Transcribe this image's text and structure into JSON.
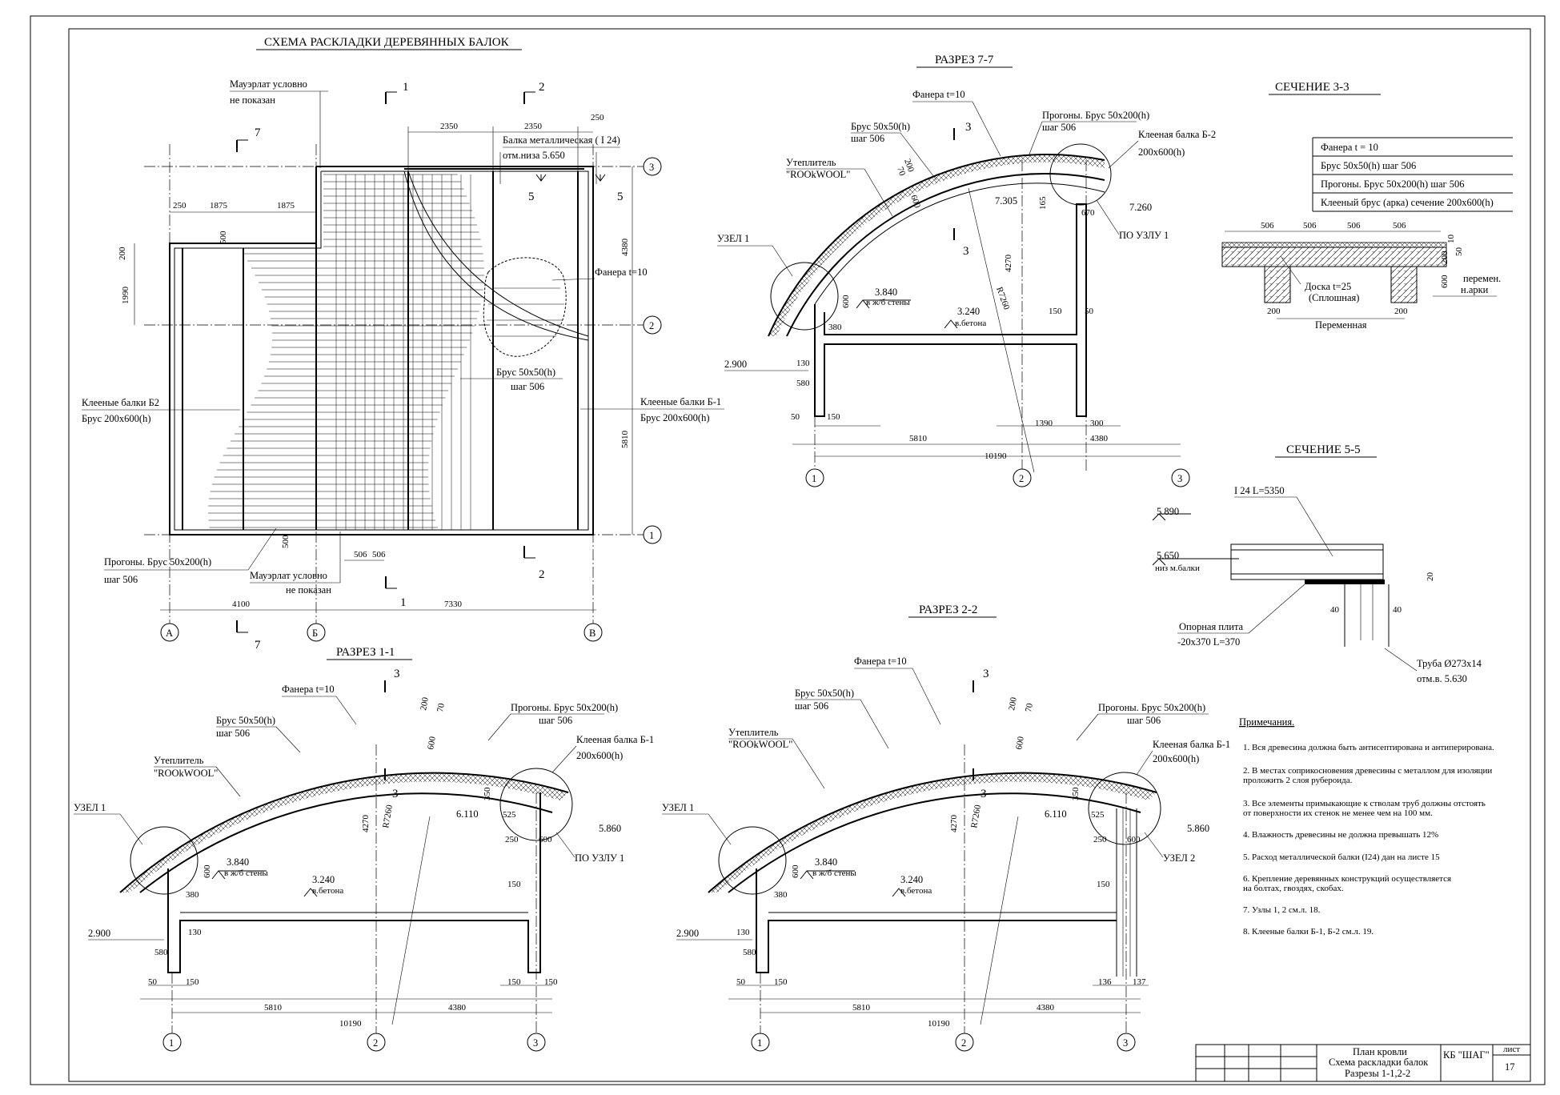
{
  "plan": {
    "title": "СХЕМА РАСКЛАДКИ ДЕРЕВЯННЫХ БАЛОК",
    "mauerlat_top_1": "Мауэрлат условно",
    "mauerlat_top_2": "не показан",
    "mauerlat_bot_1": "Мауэрлат условно",
    "mauerlat_bot_2": "не показан",
    "beam_metal": "Балка металлическая ( I 24)",
    "beam_metal_mark": "отм.низа 5.650",
    "plywood": "Фанера t=10",
    "brus": "Брус 50х50(h)",
    "brus_step": "шаг 506",
    "glued_b2": "Клееные балки Б2",
    "glued_b2_size": "Брус 200х600(h)",
    "glued_b1": "Клееные балки Б-1",
    "glued_b1_size": "Брус 200х600(h)",
    "purlins": "Прогоны. Брус 50х200(h)",
    "purlins_step": "шаг 506",
    "cut_marks": [
      "1",
      "2",
      "7",
      "5",
      "5",
      "2",
      "1",
      "7"
    ],
    "axes_letters": [
      "А",
      "Б",
      "В"
    ],
    "axes_numbers": [
      "3",
      "2",
      "1"
    ],
    "dims": {
      "top_2350_a": "2350",
      "top_2350_b": "2350",
      "top_250": "250",
      "left_250": "250",
      "left_1875_a": "1875",
      "left_1875_b": "1875",
      "v_500_top": "500",
      "v_200": "200",
      "v_1990": "1990",
      "r_4380": "4380",
      "r_5810": "5810",
      "b_500": "500",
      "b_506_a": "506",
      "b_506_b": "506",
      "bot_4100": "4100",
      "bot_7330": "7330"
    }
  },
  "sec77": {
    "title": "РАЗРЕЗ 7-7",
    "plywood": "Фанера  t=10",
    "brus": "Брус 50х50(h)",
    "brus_step": "шаг 506",
    "purlins": "Прогоны. Брус 50х200(h)",
    "purlins_step": "шаг 506",
    "insul": "Утеплитель",
    "insul_name": "\"ROOkWOOL\"",
    "beam": "Клееная балка Б-2",
    "beam_size": "200х600(h)",
    "node": "УЗЕЛ 1",
    "by_node": "ПО УЗЛУ 1",
    "cut": "3",
    "cut_b": "3",
    "m3840": "3.840",
    "m3840_note": "в ж/б стены",
    "m3240": "3.240",
    "m3240_note": "в.бетона",
    "m2900": "2.900",
    "m7305": "7.305",
    "m7260": "7.260",
    "radius": "R7260",
    "d200": "200",
    "d70": "70",
    "d600": "600",
    "d600b": "600",
    "d165": "165",
    "d670": "670",
    "d4270": "4270",
    "d380": "380",
    "d130": "130",
    "d580": "580",
    "d50": "50",
    "d150": "150",
    "d150b": "150",
    "d50b": "50",
    "d1390": "1390",
    "d300": "300",
    "d5810": "5810",
    "d4380": "4380",
    "d10190": "10190",
    "axes": [
      "1",
      "2",
      "3"
    ]
  },
  "sec33": {
    "title": "СЕЧЕНИЕ 3-3",
    "rows": [
      "Фанера  t = 10",
      "Брус 50х50(h)  шаг 506",
      "Прогоны. Брус 50х200(h) шаг 506",
      "Клееный брус (арка)  сечение 200х600(h)"
    ],
    "d506": [
      "506",
      "506",
      "506",
      "506"
    ],
    "d10": "10",
    "d50": "50",
    "d200": "200",
    "d600": "600",
    "board": "Доска t=25",
    "board_2": "(Сплошная)",
    "var": "перемен.",
    "var_2": "н.арки",
    "d200a": "200",
    "d200b": "200",
    "variable": "Переменная"
  },
  "sec55": {
    "title": "СЕЧЕНИЕ 5-5",
    "beam": "I 24 L=5350",
    "m5890": "5.890",
    "m5650": "5.650",
    "m5650_note": "низ м.балки",
    "plate": "Опорная плита",
    "plate_size": "-20х370 L=370",
    "pipe": "Труба Ø273х14",
    "pipe_mark": "отм.в. 5.630",
    "d20": "20",
    "d40a": "40",
    "d40b": "40"
  },
  "sec11": {
    "title": "РАЗРЕЗ 1-1",
    "plywood": "Фанера  t=10",
    "brus": "Брус 50х50(h)",
    "brus_step": "шаг 506",
    "purlins": "Прогоны. Брус 50х200(h)",
    "purlins_step": "шаг 506",
    "insul": "Утеплитель",
    "insul_name": "\"ROOkWOOL\"",
    "beam": "Клееная балка Б-1",
    "beam_size": "200х600(h)",
    "node": "УЗЕЛ 1",
    "by_node": "ПО УЗЛУ 1",
    "cut": "3",
    "cut_b": "3",
    "m3840": "3.840",
    "m3840_note": "в ж/б стены",
    "m3240": "3.240",
    "m3240_note": "в.бетона",
    "m2900": "2.900",
    "m6110": "6.110",
    "m5860": "5.860",
    "radius": "R7260",
    "d200": "200",
    "d70": "70",
    "d600": "600",
    "d600b": "600",
    "d350": "350",
    "d525": "525",
    "d250": "250",
    "d600c": "600",
    "d4270": "4270",
    "d380": "380",
    "d130": "130",
    "d580": "580",
    "d50": "50",
    "d150": "150",
    "d150b": "150",
    "d150c": "150",
    "d150d": "150",
    "d5810": "5810",
    "d4380": "4380",
    "d10190": "10190",
    "axes": [
      "1",
      "2",
      "3"
    ]
  },
  "sec22": {
    "title": "РАЗРЕЗ 2-2",
    "plywood": "Фанера  t=10",
    "brus": "Брус 50х50(h)",
    "brus_step": "шаг 506",
    "purlins": "Прогоны. Брус 50х200(h)",
    "purlins_step": "шаг 506",
    "insul": "Утеплитель",
    "insul_name": "\"ROOkWOOL\"",
    "beam": "Клееная балка Б-1",
    "beam_size": "200х600(h)",
    "node": "УЗЕЛ 1",
    "node2": "УЗЕЛ 2",
    "cut": "3",
    "cut_b": "3",
    "m3840": "3.840",
    "m3840_note": "в ж/б стены",
    "m3240": "3.240",
    "m3240_note": "в.бетона",
    "m2900": "2.900",
    "m6110": "6.110",
    "m5860": "5.860",
    "radius": "R7260",
    "d200": "200",
    "d70": "70",
    "d600": "600",
    "d600b": "600",
    "d350": "350",
    "d525": "525",
    "d250": "250",
    "d600c": "600",
    "d4270": "4270",
    "d380": "380",
    "d130": "130",
    "d580": "580",
    "d50": "50",
    "d150": "150",
    "d150b": "150",
    "d136": "136",
    "d137": "137",
    "d5810": "5810",
    "d4380": "4380",
    "d10190": "10190",
    "axes": [
      "1",
      "2",
      "3"
    ]
  },
  "notes": {
    "title": "Примечания.",
    "items": [
      "1. Вся древесина должна быть антисептирована и антиперирована.",
      "2. В местах соприкосновения древесины с металлом для изоляции",
      "проложить 2 слоя рубероида.",
      "3. Все элементы примыкающие к стволам труб должны отстоять",
      "от поверхности их стенок не менее чем на 100 мм.",
      "4. Влажность древесины не должна превышать 12%",
      "5. Расход металлической балки (I24) дан на листе 15",
      "6. Крепление деревянных конструкций осуществляется",
      "на болтах, гвоздях, скобах.",
      "7. Узлы 1, 2 см.л. 18.",
      "8. Клееные балки  Б-1, Б-2 см.л. 19."
    ]
  },
  "stamp": {
    "line1": "План кровли",
    "line2": "Схема раскладки балок",
    "line3": "Разрезы 1-1,2-2",
    "org": "КБ \"ШАГ\"",
    "sheet_label": "лист",
    "sheet_no": "17"
  }
}
